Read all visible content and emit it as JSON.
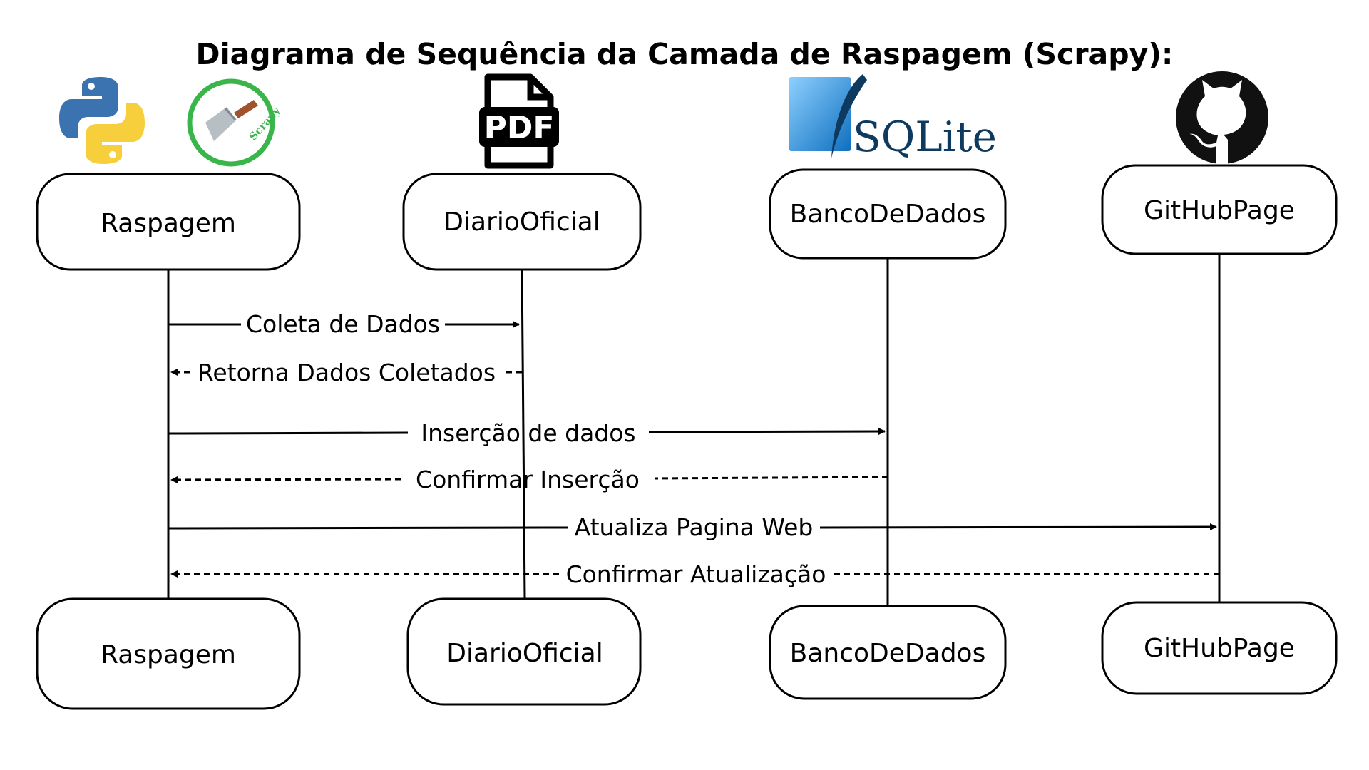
{
  "title": "Diagrama de Sequência da Camada de Raspagem (Scrapy):",
  "participants": [
    {
      "id": "raspagem",
      "label": "Raspagem"
    },
    {
      "id": "diario",
      "label": "DiarioOficial"
    },
    {
      "id": "banco",
      "label": "BancoDeDados"
    },
    {
      "id": "github",
      "label": "GitHubPage"
    }
  ],
  "messages": [
    {
      "label": "Coleta de Dados",
      "from": "Raspagem",
      "to": "DiarioOficial",
      "style": "solid"
    },
    {
      "label": "Retorna Dados Coletados",
      "from": "DiarioOficial",
      "to": "Raspagem",
      "style": "dashed"
    },
    {
      "label": "Inserção de dados",
      "from": "Raspagem",
      "to": "BancoDeDados",
      "style": "solid"
    },
    {
      "label": "Confirmar Inserção",
      "from": "BancoDeDados",
      "to": "Raspagem",
      "style": "dashed"
    },
    {
      "label": "Atualiza Pagina Web",
      "from": "Raspagem",
      "to": "GitHubPage",
      "style": "solid"
    },
    {
      "label": "Confirmar Atualização",
      "from": "GitHubPage",
      "to": "Raspagem",
      "style": "dashed"
    }
  ],
  "logos": {
    "pdf_text": "PDF",
    "sqlite_text": "SQLite",
    "scrapy_text": "Scrapy"
  },
  "icons": [
    "python-logo-icon",
    "scrapy-logo-icon",
    "pdf-icon",
    "sqlite-logo-icon",
    "github-logo-icon"
  ],
  "colors": {
    "python_blue": "#3b73b0",
    "python_yellow": "#f7cf3c",
    "scrapy_green": "#39b54a",
    "sqlite_blue": "#1f88d2",
    "sqlite_text": "#0f3a5f"
  }
}
